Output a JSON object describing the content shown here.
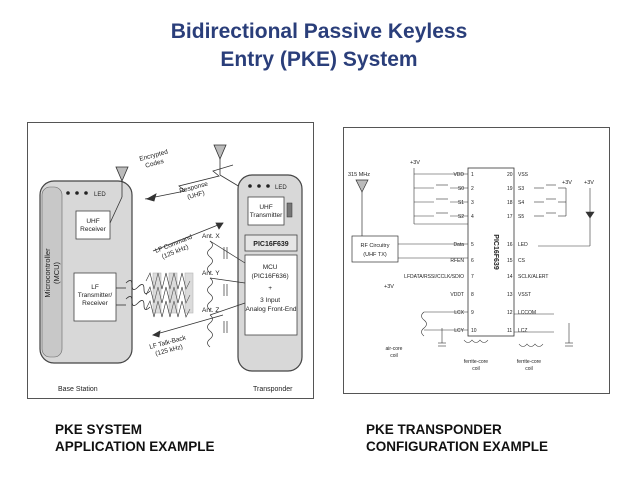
{
  "slide": {
    "title_line1": "Bidirectional Passive Keyless",
    "title_line2": "Entry (PKE) System"
  },
  "left_diagram": {
    "caption_line1": "PKE SYSTEM",
    "caption_line2": "APPLICATION EXAMPLE",
    "encrypted_codes": [
      "Encrypted",
      "Codes"
    ],
    "response": [
      "Response",
      "(UHF)"
    ],
    "lf_command": [
      "LF Command",
      "(125 kHz)"
    ],
    "lf_talkback": [
      "LF Talk-Back",
      "(125 kHz)"
    ],
    "led_left": "LED",
    "led_right": "LED",
    "microcontroller": [
      "Microcontroller",
      "(MCU)"
    ],
    "uhf_receiver": [
      "UHF",
      "Receiver"
    ],
    "lf_transmitter": [
      "LF",
      "Transmitter/",
      "Receiver"
    ],
    "uhf_transmitter": [
      "UHF",
      "Transmitter"
    ],
    "pic_top": "PIC16F639",
    "mcu_block": [
      "MCU",
      "(PIC16F636)",
      "+",
      "3 Input",
      "Analog Front-End"
    ],
    "ant_x": "Ant. X",
    "ant_y": "Ant. Y",
    "ant_z": "Ant. Z",
    "base_station": "Base Station",
    "transponder": "Transponder"
  },
  "right_diagram": {
    "caption_line1": "PKE TRANSPONDER",
    "caption_line2": "CONFIGURATION EXAMPLE",
    "freq": "315 MHz",
    "vdd_supply_left": "+3V",
    "vdd_supply_right1": "+3V",
    "vdd_supply_right2": "+3V",
    "lf_supply": "+3V",
    "rf_box": [
      "RF Circuitry",
      "(UHF TX)"
    ],
    "chip_name": "PIC16F639",
    "left_pins": [
      {
        "num": "1",
        "label": "VDD"
      },
      {
        "num": "2",
        "label": "S0"
      },
      {
        "num": "3",
        "label": "S1"
      },
      {
        "num": "4",
        "label": "S2"
      },
      {
        "num": "5",
        "label": "Data"
      },
      {
        "num": "6",
        "label": "RFEN"
      },
      {
        "num": "7",
        "label": "LFDATA/RSSI/CCLK/SDIO"
      },
      {
        "num": "8",
        "label": "VDDT"
      },
      {
        "num": "9",
        "label": "LCX"
      },
      {
        "num": "10",
        "label": "LCY"
      }
    ],
    "right_pins": [
      {
        "num": "20",
        "label": "VSS"
      },
      {
        "num": "19",
        "label": "S3"
      },
      {
        "num": "18",
        "label": "S4"
      },
      {
        "num": "17",
        "label": "S5"
      },
      {
        "num": "16",
        "label": "LED"
      },
      {
        "num": "15",
        "label": "CS"
      },
      {
        "num": "14",
        "label": "SCLK/ALERT"
      },
      {
        "num": "13",
        "label": "VSST"
      },
      {
        "num": "12",
        "label": "LCCOM"
      },
      {
        "num": "11",
        "label": "LCZ"
      }
    ],
    "air_core": [
      "air-core",
      "coil"
    ],
    "ferrite1": [
      "ferrite-core",
      "coil"
    ],
    "ferrite2": [
      "ferrite-core",
      "coil"
    ]
  }
}
